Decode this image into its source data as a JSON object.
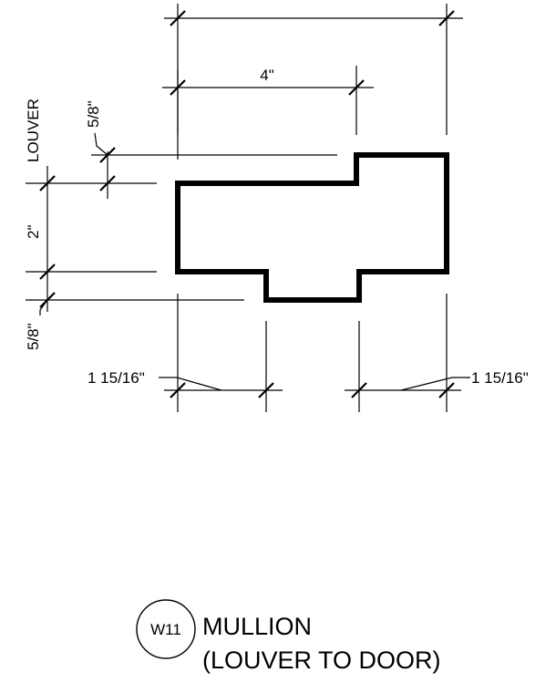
{
  "labels": {
    "louver": "LOUVER",
    "dim_top": "4\"",
    "dim_top_small": "5/8\"",
    "dim_left": "2\"",
    "dim_left_small": "5/8\"",
    "dim_bottom_left": "1 15/16\"",
    "dim_bottom_right": "1 15/16\""
  },
  "detail": {
    "tag": "W11",
    "title_line1": "MULLION",
    "title_line2": "(LOUVER TO DOOR)"
  }
}
